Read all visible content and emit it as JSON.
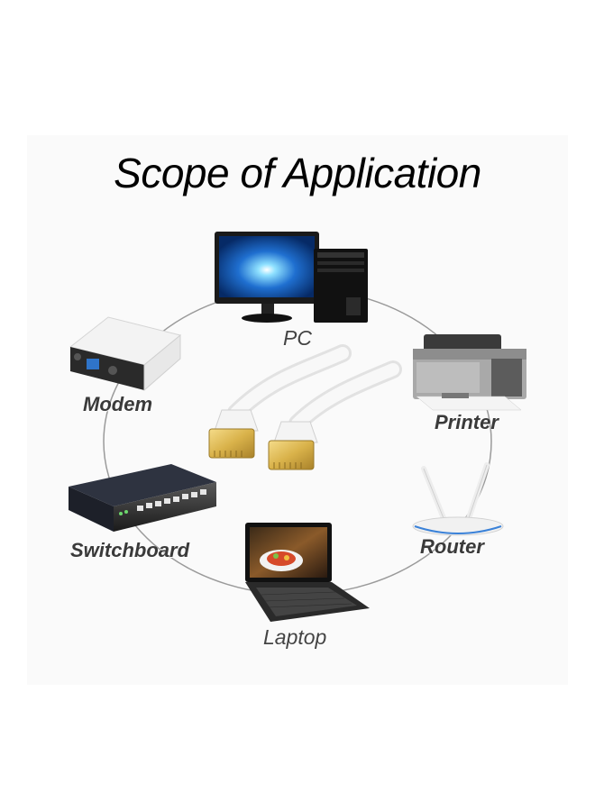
{
  "title": "Scope of Application",
  "devices": {
    "pc": "PC",
    "printer": "Printer",
    "modem": "Modem",
    "router": "Router",
    "switchboard": "Switchboard",
    "laptop": "Laptop"
  },
  "icons": {
    "pc": "desktop-computer-icon",
    "printer": "printer-icon",
    "modem": "modem-icon",
    "router": "wifi-router-icon",
    "switchboard": "network-switch-icon",
    "laptop": "laptop-icon",
    "cable": "ethernet-cable-icon"
  },
  "colors": {
    "ring": "#9a9a9a",
    "cable": "#f2f2f2",
    "connector_gold": "#d9b24a",
    "screen_blue": "#1f6fd0"
  }
}
